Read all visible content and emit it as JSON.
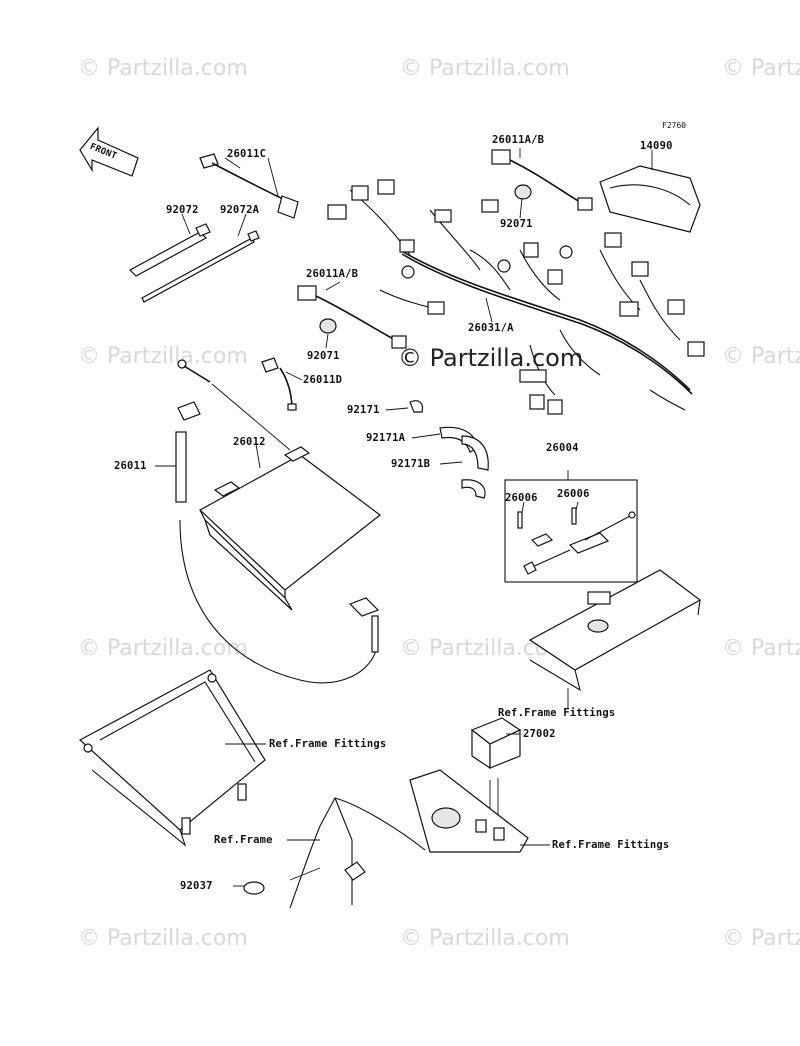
{
  "watermark": "© Partzilla.com",
  "watermark_center": "© Partzilla.com",
  "figure_code": "F2760",
  "front_label": "FRONT",
  "parts": {
    "p26011C": "26011C",
    "p92072": "92072",
    "p92072A": "92072A",
    "p26011AB_top": "26011A/B",
    "p14090": "14090",
    "p92071_top": "92071",
    "p26011AB_left": "26011A/B",
    "p26031A": "26031/A",
    "p92071_left": "92071",
    "p26011D": "26011D",
    "p92171": "92171",
    "p92171A": "92171A",
    "p92171B": "92171B",
    "p26012": "26012",
    "p26011": "26011",
    "p26004": "26004",
    "p26006_a": "26006",
    "p26006_b": "26006",
    "ref_frame_fittings_1": "Ref.Frame Fittings",
    "ref_frame_fittings_2": "Ref.Frame Fittings",
    "p27002": "27002",
    "ref_frame": "Ref.Frame",
    "ref_frame_fittings_3": "Ref.Frame Fittings",
    "p92037": "92037"
  }
}
